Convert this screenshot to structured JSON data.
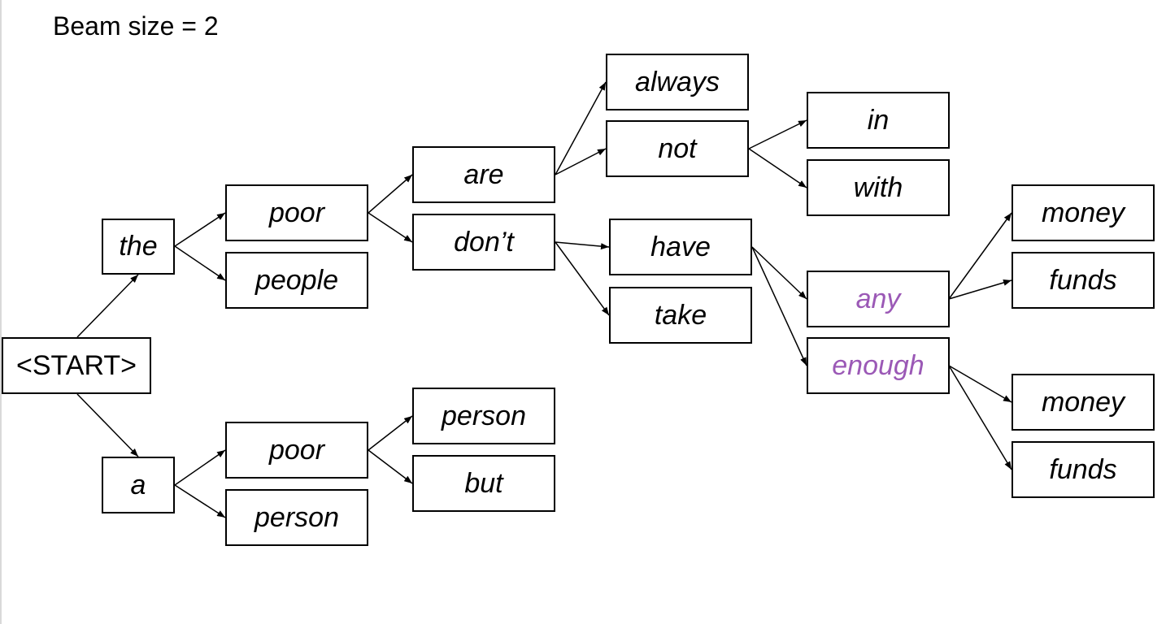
{
  "title": "Beam size = 2",
  "colors": {
    "highlight": "#9b59b6",
    "text": "#000000",
    "border": "#000000"
  },
  "nodes": {
    "start": "<START>",
    "the": "the",
    "a": "a",
    "the_poor": "poor",
    "the_people": "people",
    "a_poor": "poor",
    "a_person": "person",
    "are": "are",
    "dont": "don’t",
    "person2": "person",
    "but": "but",
    "always": "always",
    "not": "not",
    "have": "have",
    "take": "take",
    "in": "in",
    "with": "with",
    "any": "any",
    "enough": "enough",
    "money1": "money",
    "funds1": "funds",
    "money2": "money",
    "funds2": "funds"
  },
  "highlighted": [
    "any",
    "enough"
  ]
}
